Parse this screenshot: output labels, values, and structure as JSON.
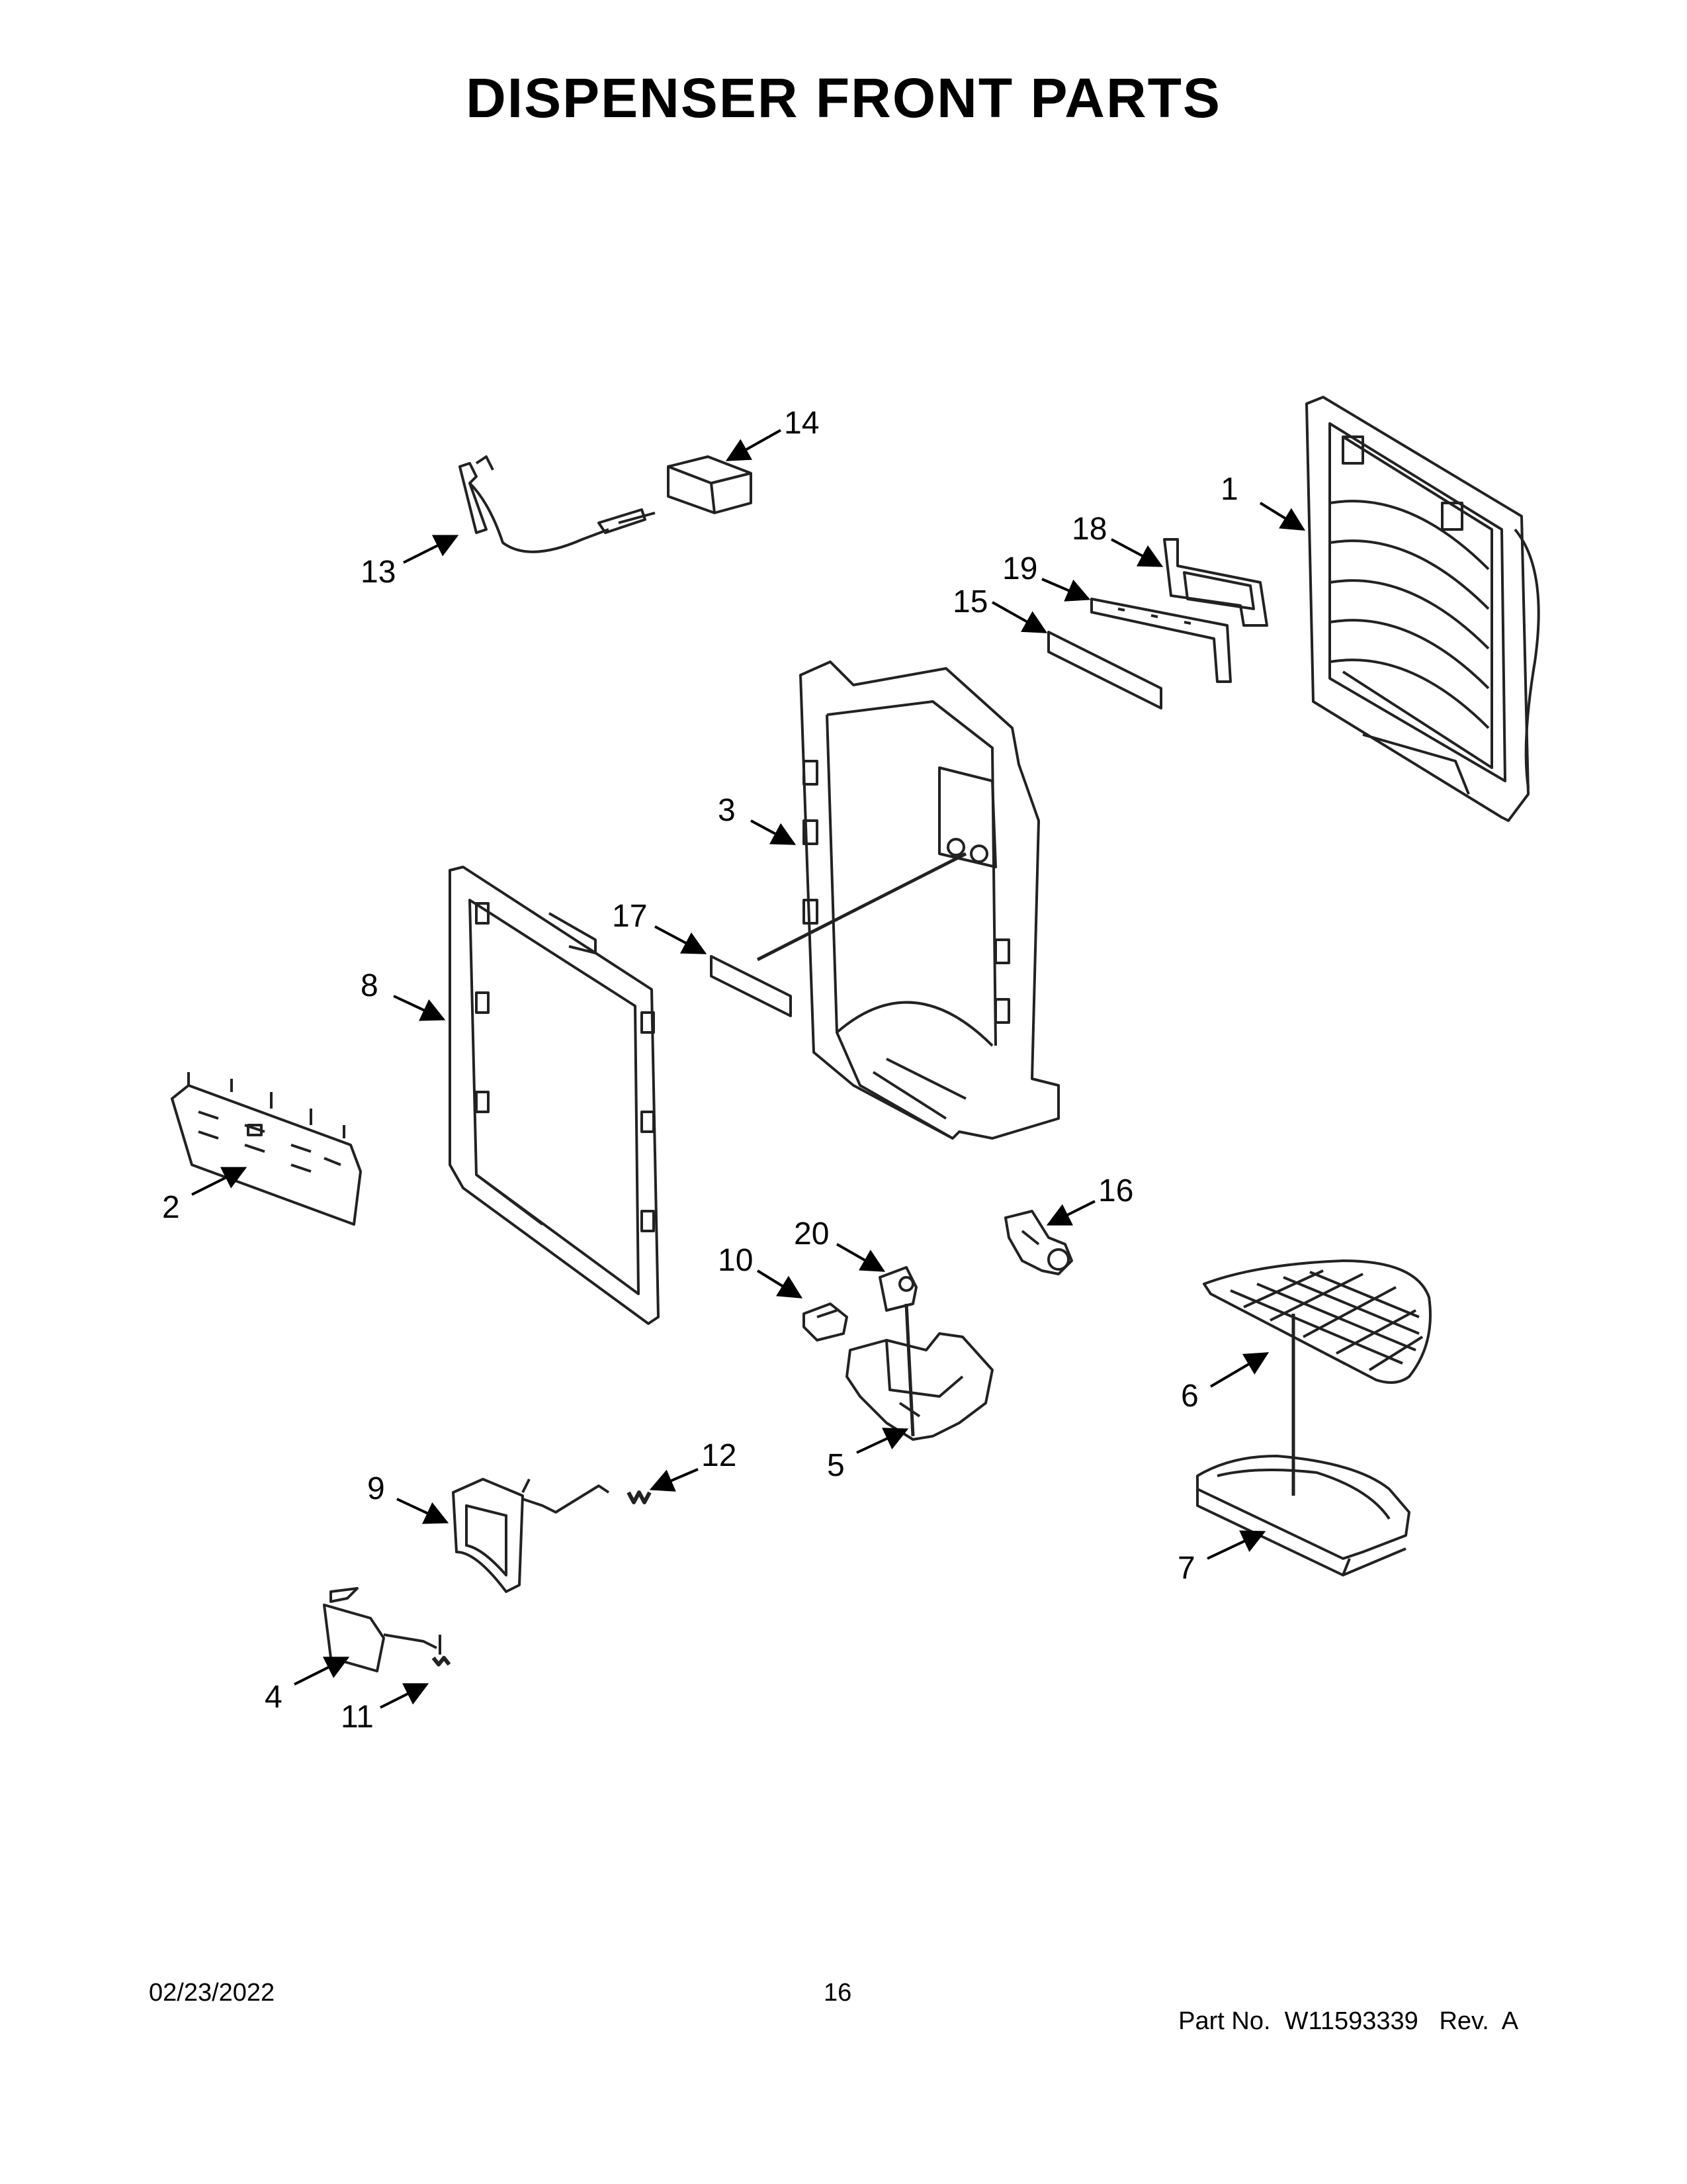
{
  "page": {
    "title": "DISPENSER FRONT PARTS",
    "footer": {
      "date": "02/23/2022",
      "page_number": "16",
      "part_label": "Part No.",
      "part_number": "W11593339",
      "revision": "Rev.  A"
    }
  },
  "callouts": [
    "1",
    "2",
    "3",
    "4",
    "5",
    "6",
    "7",
    "8",
    "9",
    "10",
    "11",
    "12",
    "13",
    "14",
    "15",
    "16",
    "17",
    "18",
    "19",
    "20"
  ]
}
